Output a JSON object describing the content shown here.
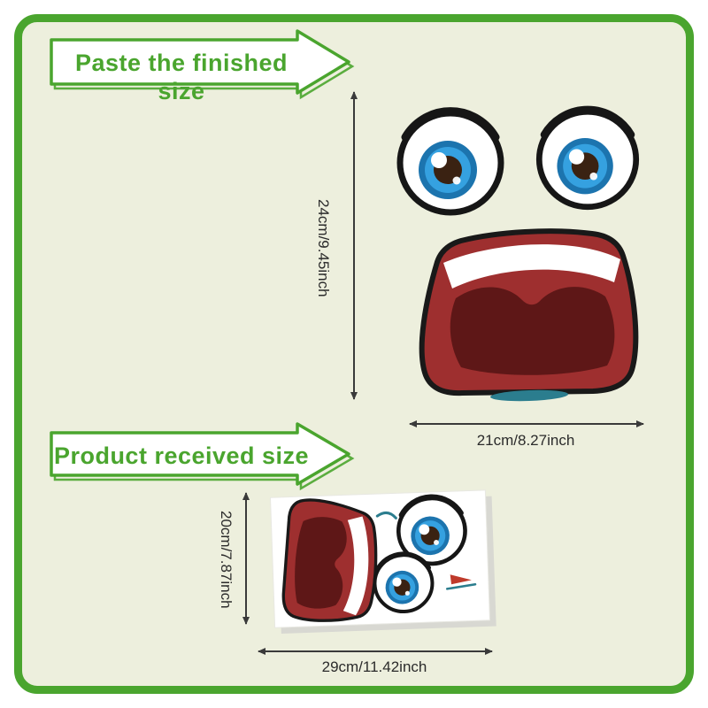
{
  "colors": {
    "accent_green": "#4aa52e",
    "frame_background": "#edefdd",
    "mouth_red": "#9e2f2f",
    "mouth_inner": "#5e1717",
    "iris_blue": "#35a1e0",
    "iris_ring": "#1c74ae",
    "teal": "#2b7d8e",
    "dimension_line": "#3a3a3a"
  },
  "banners": {
    "finished_size_label": "Paste the finished size",
    "received_size_label": "Product received size"
  },
  "dimensions": {
    "finished_height": "24cm/9.45inch",
    "finished_width": "21cm/8.27inch",
    "received_height": "20cm/7.87inch",
    "received_width": "29cm/11.42inch"
  },
  "graphics": {
    "face_icon": "surprised-face-sticker",
    "sheet_icon": "sticker-sheet"
  }
}
